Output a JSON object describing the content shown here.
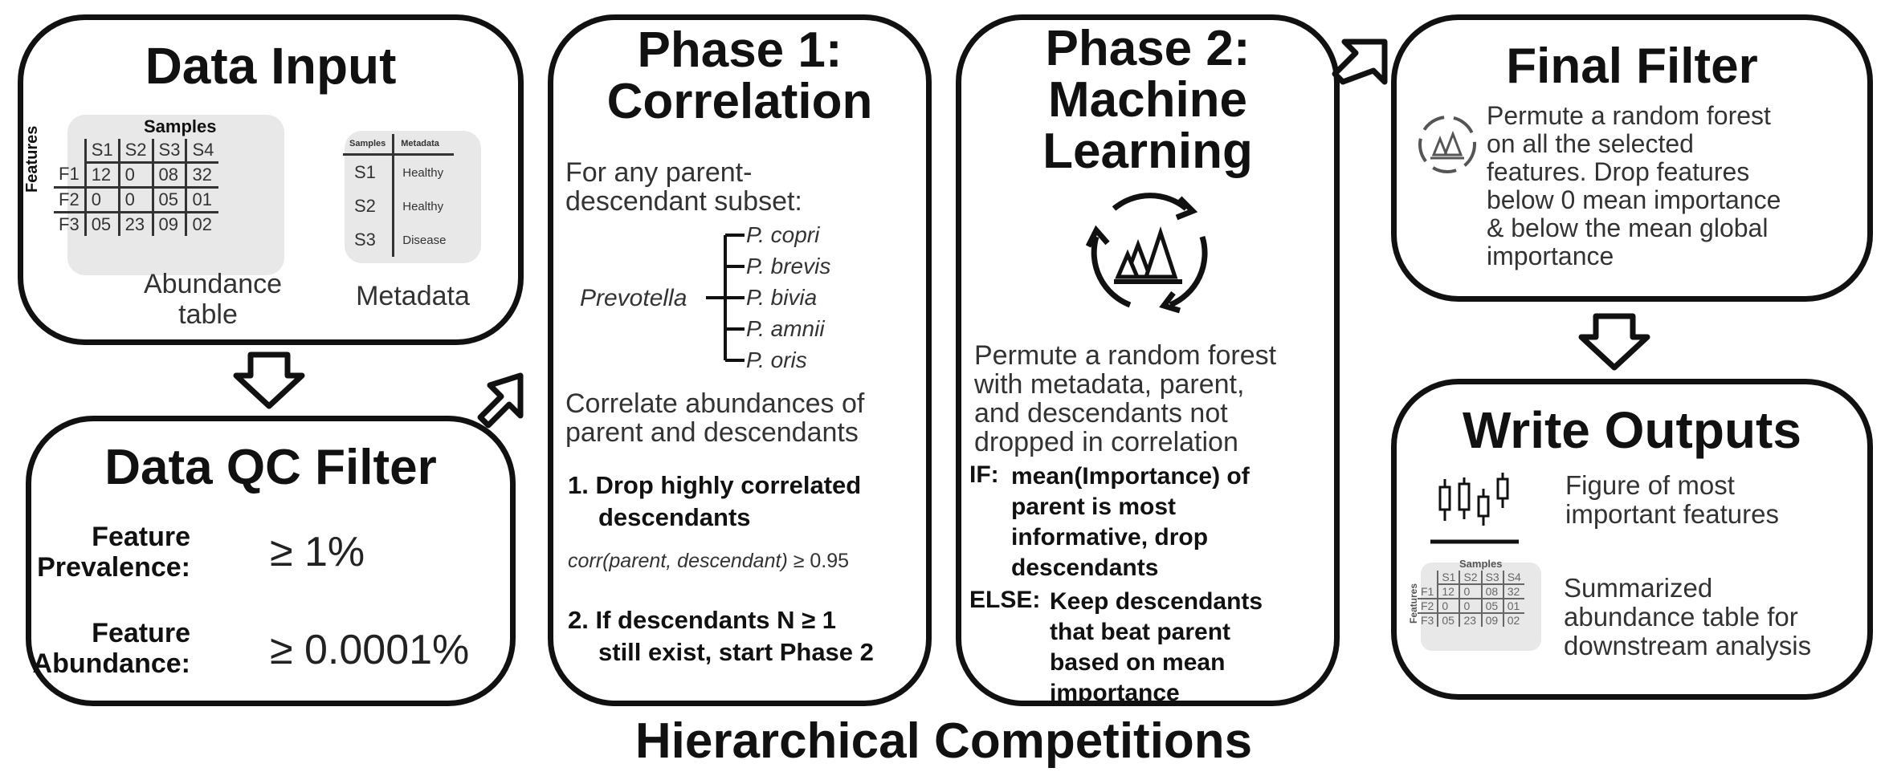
{
  "data_input": {
    "title": "Data Input",
    "table_samples_label": "Samples",
    "table_features_label": "Features",
    "table_header": [
      "S1",
      "S2",
      "S3",
      "S4"
    ],
    "table_rows": [
      {
        "feature": "F1",
        "values": [
          "12",
          "0",
          "08",
          "32"
        ]
      },
      {
        "feature": "F2",
        "values": [
          "0",
          "0",
          "05",
          "01"
        ]
      },
      {
        "feature": "F3",
        "values": [
          "05",
          "23",
          "09",
          "02"
        ]
      }
    ],
    "abundance_caption_line1": "Abundance",
    "abundance_caption_line2": "table",
    "meta_header_samples": "Samples",
    "meta_header_metadata": "Metadata",
    "meta_rows": [
      {
        "sample": "S1",
        "value": "Healthy"
      },
      {
        "sample": "S2",
        "value": "Healthy"
      },
      {
        "sample": "S3",
        "value": "Disease"
      }
    ],
    "metadata_caption": "Metadata"
  },
  "qc_filter": {
    "title": "Data QC Filter",
    "prevalence_label_1": "Feature",
    "prevalence_label_2": "Prevalence:",
    "prevalence_value": "≥ 1%",
    "abundance_label_1": "Feature",
    "abundance_label_2": "Abundance:",
    "abundance_value": "≥ 0.0001%"
  },
  "phase1": {
    "title_line1": "Phase 1:",
    "title_line2": "Correlation",
    "intro_line1": "For any parent-",
    "intro_line2": "descendant subset:",
    "parent": "Prevotella",
    "descendants": [
      "P. copri",
      "P. brevis",
      "P. bivia",
      "P. amnii",
      "P. oris"
    ],
    "correlate_line1": "Correlate abundances of",
    "correlate_line2": "parent and descendants",
    "step1_line1": "1. Drop highly correlated",
    "step1_line2": "descendants",
    "formula_func": "corr",
    "formula_args": "(parent, descendant)",
    "formula_rest": " ≥ 0.95",
    "step2_line1": "2. If descendants N ≥ 1",
    "step2_line2": "still exist, start Phase 2"
  },
  "phase2": {
    "title_line1": "Phase 2:",
    "title_line2": "Machine",
    "title_line3": "Learning",
    "desc_lines": [
      "Permute a random forest",
      "with metadata, parent,",
      "and descendants not",
      "dropped in correlation"
    ],
    "if_label": "IF:",
    "if_lines": [
      "mean(Importance) of",
      "parent is most",
      "informative, drop",
      "descendants"
    ],
    "else_label": "ELSE:",
    "else_lines": [
      "Keep descendants",
      "that beat parent",
      "based on mean",
      "importance"
    ]
  },
  "final_filter": {
    "title": "Final Filter",
    "desc_lines": [
      "Permute a random forest",
      "on all the selected",
      "features. Drop features",
      "below 0 mean importance",
      "& below the mean global",
      "importance"
    ]
  },
  "write_outputs": {
    "title": "Write Outputs",
    "figure_line1": "Figure of most",
    "figure_line2": "important features",
    "table_samples_label": "Samples",
    "table_features_label": "Features",
    "table_header": [
      "S1",
      "S2",
      "S3",
      "S4"
    ],
    "table_rows": [
      {
        "feature": "F1",
        "values": [
          "12",
          "0",
          "08",
          "32"
        ]
      },
      {
        "feature": "F2",
        "values": [
          "0",
          "0",
          "05",
          "01"
        ]
      },
      {
        "feature": "F3",
        "values": [
          "05",
          "23",
          "09",
          "02"
        ]
      }
    ],
    "summary_lines": [
      "Summarized",
      "abundance table for",
      "downstream analysis"
    ]
  },
  "footer_title": "Hierarchical Competitions"
}
